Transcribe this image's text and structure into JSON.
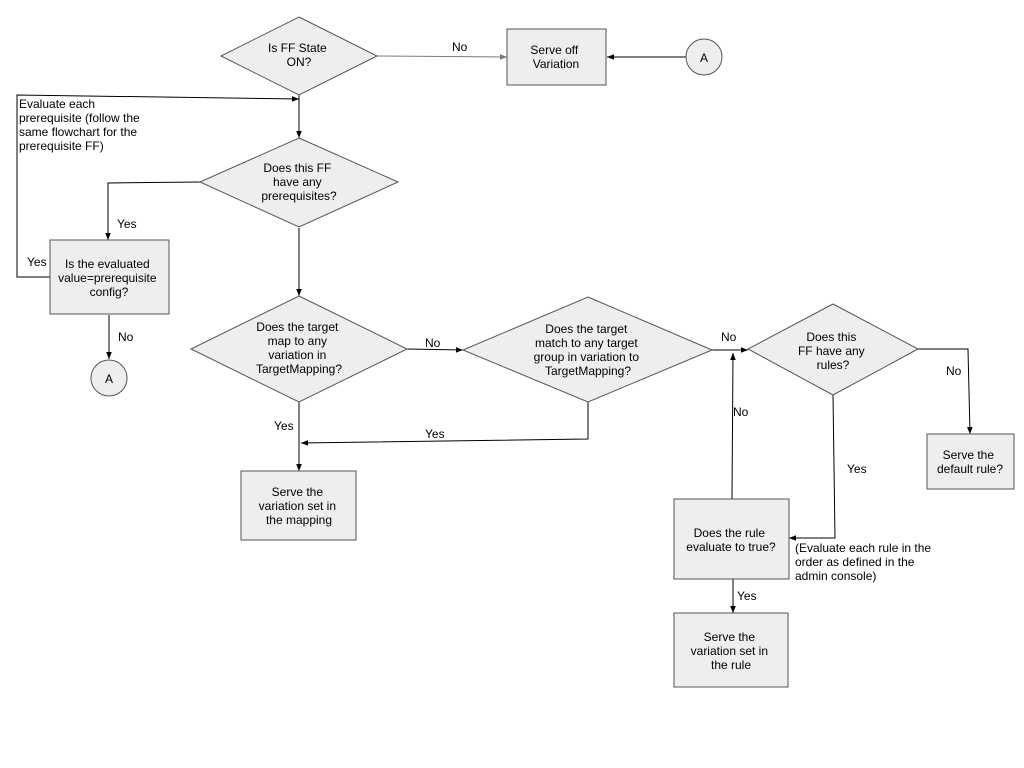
{
  "nodes": {
    "ff_state_on": {
      "shape": "diamond",
      "lines": [
        "Is FF State",
        "ON?"
      ]
    },
    "serve_off_variation": {
      "shape": "rect",
      "lines": [
        "Serve off",
        "Variation"
      ]
    },
    "connector_a_top": {
      "shape": "circle",
      "lines": [
        "A"
      ]
    },
    "has_prerequisites": {
      "shape": "diamond",
      "lines": [
        "Does this FF",
        "have any",
        "prerequisites?"
      ]
    },
    "evaluated_value_check": {
      "shape": "rect",
      "lines": [
        "Is the evaluated",
        "value=prerequisite",
        "config?"
      ]
    },
    "connector_a_bottom": {
      "shape": "circle",
      "lines": [
        "A"
      ]
    },
    "target_maps_variation": {
      "shape": "diamond",
      "lines": [
        "Does the target",
        "map to any",
        "variation in",
        "TargetMapping?"
      ]
    },
    "target_matches_group": {
      "shape": "diamond",
      "lines": [
        "Does the target",
        "match to any target",
        "group in variation to",
        "TargetMapping?"
      ]
    },
    "has_rules": {
      "shape": "diamond",
      "lines": [
        "Does this",
        "FF have any",
        "rules?"
      ]
    },
    "serve_default_rule": {
      "shape": "rect",
      "lines": [
        "Serve the",
        "default rule?"
      ]
    },
    "serve_mapping_variation": {
      "shape": "rect",
      "lines": [
        "Serve the",
        "variation set in",
        "the mapping"
      ]
    },
    "rule_evaluates_true": {
      "shape": "rect",
      "lines": [
        "Does the rule",
        "evaluate to true?"
      ]
    },
    "serve_rule_variation": {
      "shape": "rect",
      "lines": [
        "Serve the",
        "variation set in",
        "the rule"
      ]
    }
  },
  "edge_labels": {
    "ff_state_no": "No",
    "prereq_yes": "Yes",
    "evaluated_yes": "Yes",
    "evaluated_no": "No",
    "target_map_no": "No",
    "target_map_yes": "Yes",
    "target_group_yes": "Yes",
    "target_group_no": "No",
    "rules_no": "No",
    "rules_yes": "Yes",
    "rule_eval_no": "No",
    "rule_eval_yes": "Yes"
  },
  "notes": {
    "evaluate_prerequisite": [
      "Evaluate each",
      "prerequisite (follow the",
      "same flowchart for the",
      "prerequisite FF)"
    ],
    "evaluate_rules": [
      "(Evaluate each rule in the",
      "order as defined in the",
      "admin console)"
    ]
  }
}
